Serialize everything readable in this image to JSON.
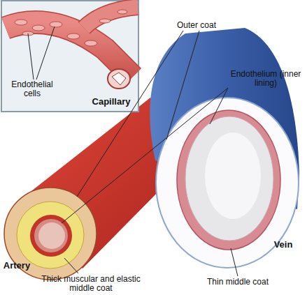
{
  "diagram": {
    "nodes": [
      {
        "text": [
          "Endothelial cells",
          "Capillary"
        ]
      }
    ],
    "labels": [
      "Outer coat",
      "Endothelium (inner lining)",
      "Artery",
      "Vein",
      "Thick muscular and elastic middle coat",
      "Thin middle coat"
    ]
  }
}
